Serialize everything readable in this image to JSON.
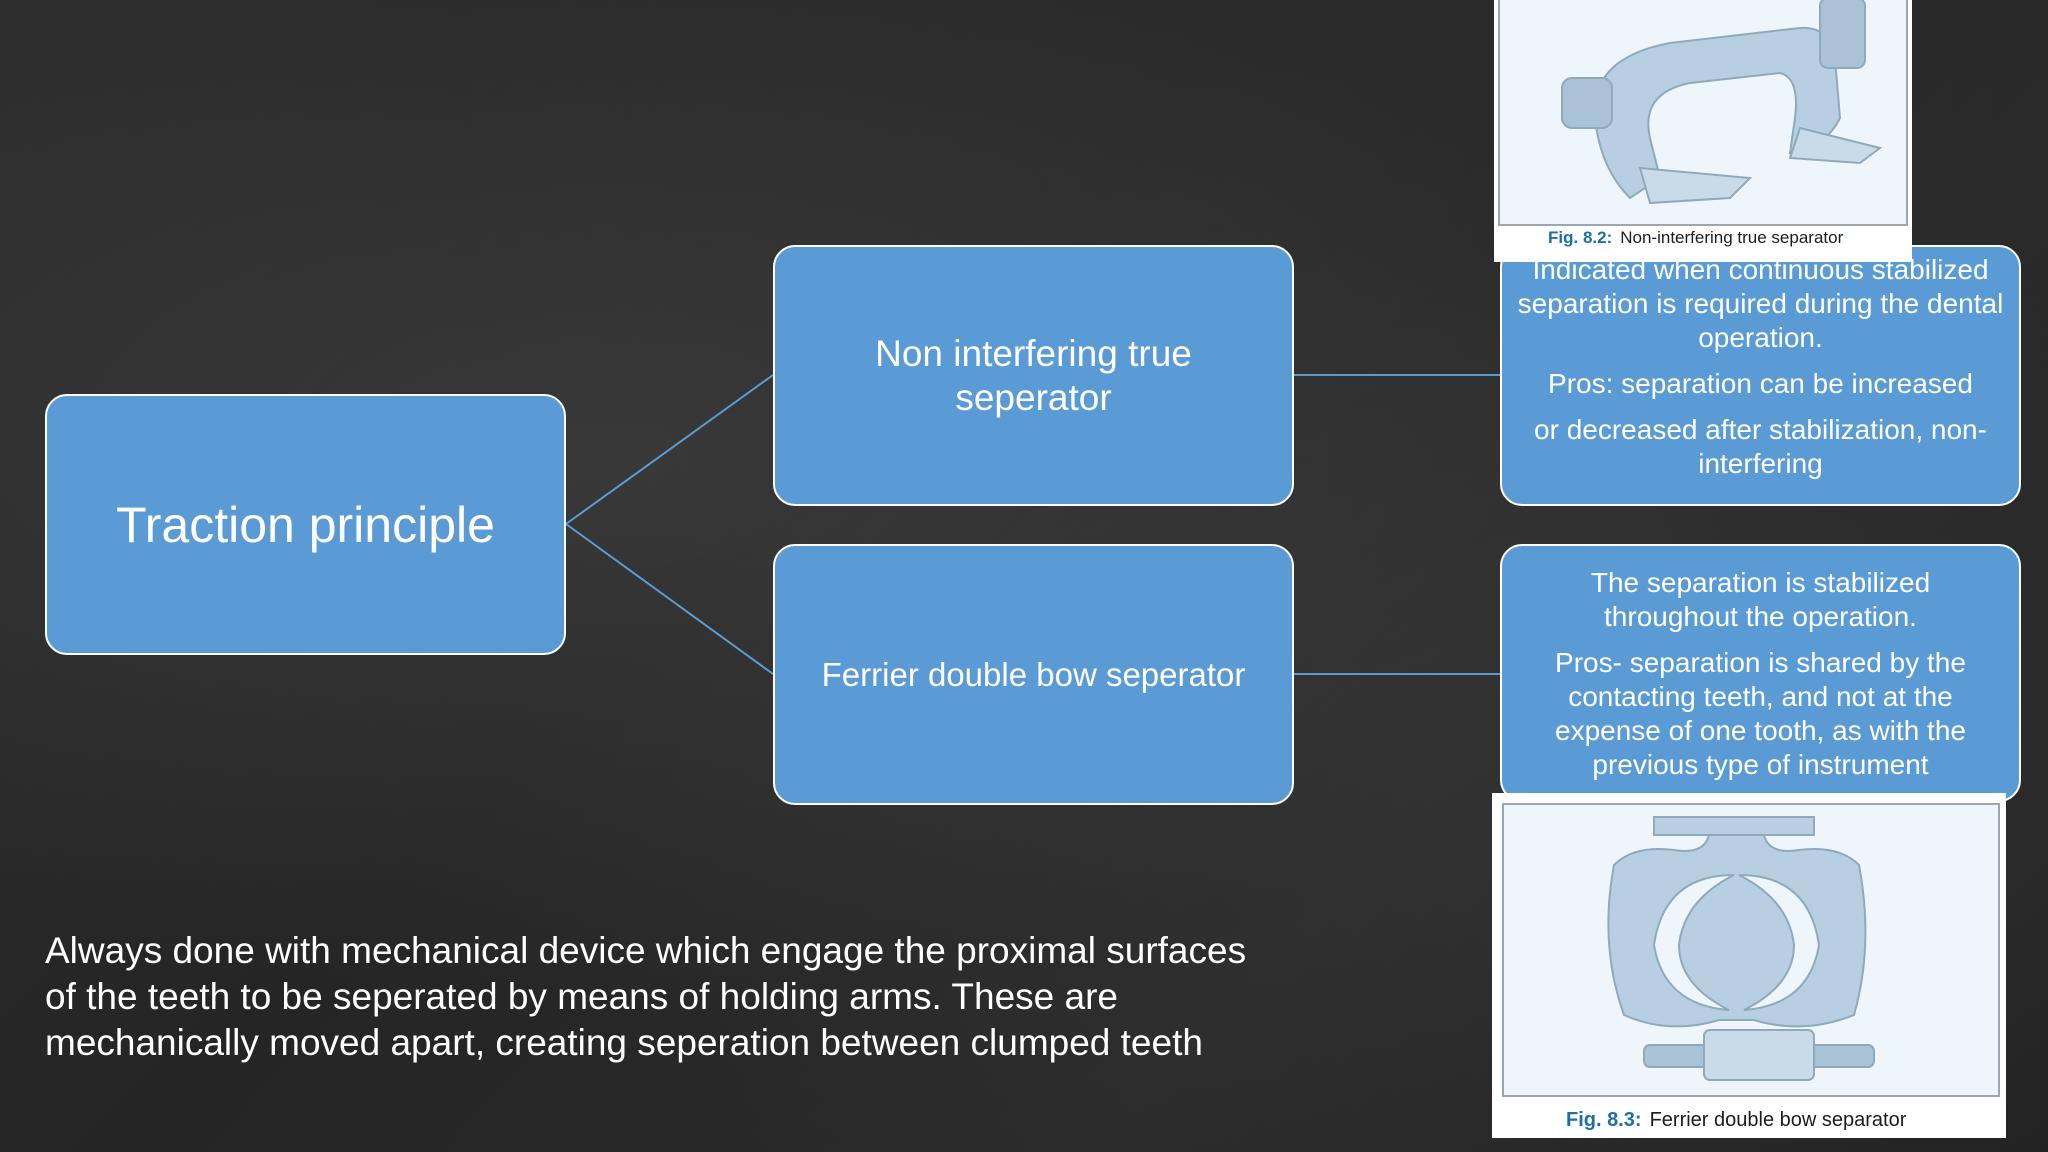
{
  "diagram": {
    "root": "Traction principle",
    "children": [
      {
        "label": "Non interfering true seperator",
        "details": [
          "Indicated when continuous stabilized separation is required during the dental operation.",
          "Pros: separation can be increased",
          "or decreased after stabilization,  non-interfering"
        ]
      },
      {
        "label": "Ferrier double bow seperator",
        "details": [
          "The separation is stabilized throughout the operation.",
          "Pros- separation is shared by the contacting teeth, and not at the expense of one tooth, as with the previous type of instrument"
        ]
      }
    ]
  },
  "body_text": "Always done with mechanical device which engage the proximal surfaces of the teeth to be seperated by means of holding arms. These are mechanically moved apart, creating seperation between clumped teeth",
  "figures": [
    {
      "number": "Fig. 8.2:",
      "caption": "Non-interfering true separator"
    },
    {
      "number": "Fig. 8.3:",
      "caption": "Ferrier double bow separator"
    }
  ],
  "colors": {
    "box_fill": "#5b9bd5",
    "box_border": "#ffffff",
    "connector": "#5b9bd5",
    "figure_number": "#1e6fa8"
  }
}
